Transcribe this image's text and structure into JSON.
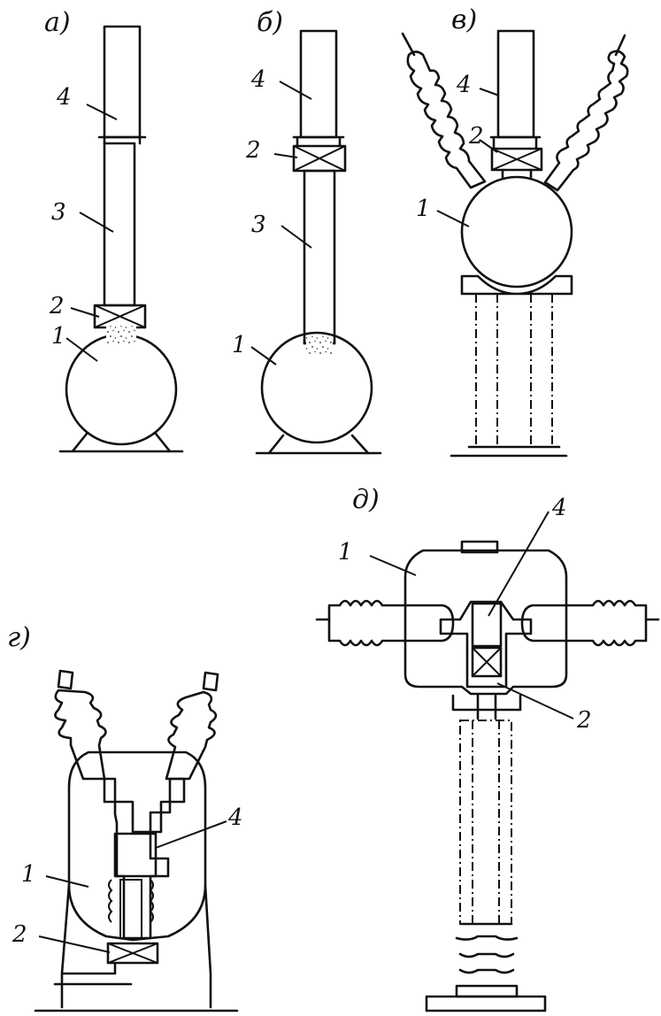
{
  "panels": {
    "a": {
      "label": "а)",
      "numbers": [
        "4",
        "3",
        "2",
        "1"
      ]
    },
    "b": {
      "label": "б)",
      "numbers": [
        "4",
        "2",
        "3",
        "1"
      ]
    },
    "v": {
      "label": "в)",
      "numbers": [
        "4",
        "2",
        "1"
      ]
    },
    "g": {
      "label": "г)",
      "numbers": [
        "4",
        "1",
        "2"
      ]
    },
    "d": {
      "label": "д)",
      "numbers": [
        "4",
        "1",
        "2"
      ]
    }
  }
}
